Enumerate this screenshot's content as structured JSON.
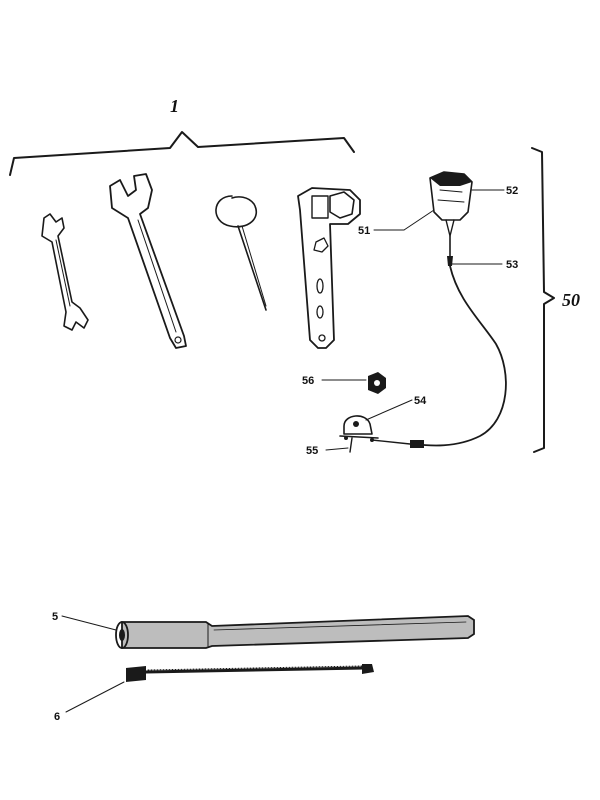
{
  "callouts": {
    "group_tools": "1",
    "group_cable": "50",
    "c51": "51",
    "c52": "52",
    "c53": "53",
    "c54": "54",
    "c55": "55",
    "c56": "56",
    "c5": "5",
    "c6": "6"
  },
  "colors": {
    "ink": "#1a1a1a",
    "paper": "#ffffff"
  }
}
